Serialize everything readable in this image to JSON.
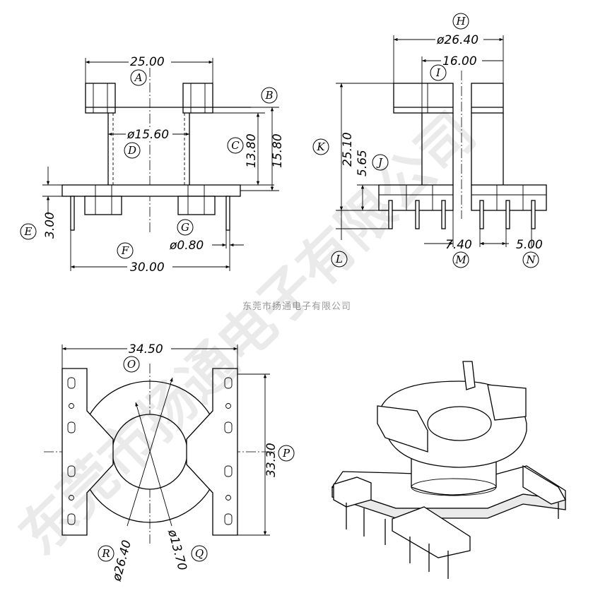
{
  "dims": {
    "d1": "25.00",
    "d2": "ø15.60",
    "d3": "13.80",
    "d4": "15.80",
    "d5": "3.00",
    "d6": "ø0.80",
    "d7": "30.00",
    "d8": "ø26.40",
    "d9": "16.00",
    "d10": "25.10",
    "d11": "5.65",
    "d12": "7.40",
    "d13": "5.00",
    "d14": "34.50",
    "d15": "33.30",
    "d16": "ø26.40",
    "d17": "ø13.70"
  },
  "labels": {
    "A": "A",
    "B": "B",
    "C": "C",
    "D": "D",
    "E": "E",
    "F": "F",
    "G": "G",
    "H": "H",
    "I": "I",
    "J": "J",
    "K": "K",
    "L": "L",
    "M": "M",
    "N": "N",
    "O": "O",
    "P": "P",
    "Q": "Q",
    "R": "R"
  },
  "company_caption": "东莞市扬通电子有限公司",
  "watermark": "东莞市扬通电子有限公司"
}
